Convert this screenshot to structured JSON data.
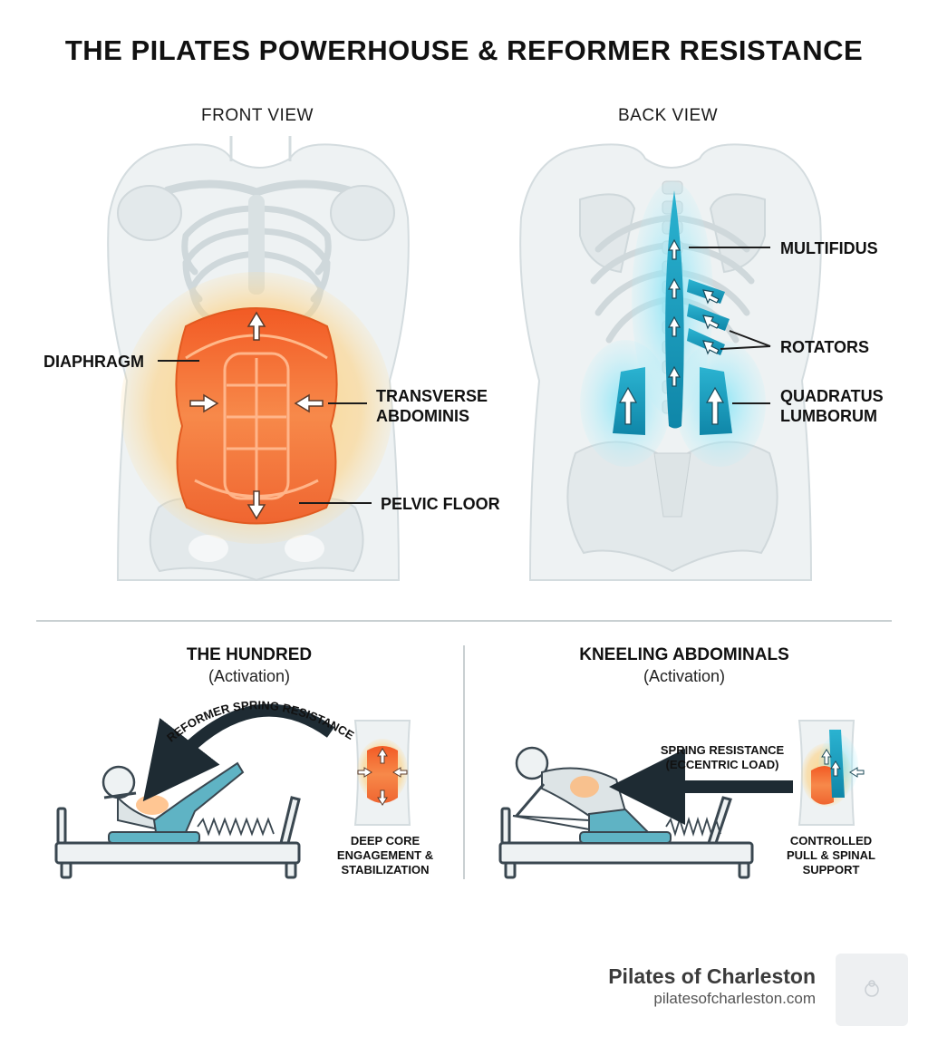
{
  "title": "THE PILATES POWERHOUSE & REFORMER RESISTANCE",
  "front_view": {
    "label": "FRONT VIEW",
    "labels": {
      "diaphragm": "DIAPHRAGM",
      "transverse_1": "TRANSVERSE",
      "transverse_2": "ABDOMINIS",
      "pelvic_floor": "PELVIC FLOOR"
    }
  },
  "back_view": {
    "label": "BACK VIEW",
    "labels": {
      "multifidus": "MULTIFIDUS",
      "rotators": "ROTATORS",
      "quadratus_1": "QUADRATUS",
      "quadratus_2": "LUMBORUM"
    }
  },
  "hundred": {
    "title": "THE HUNDRED",
    "subtitle": "(Activation)",
    "arc_label": "REFORMER SPRING RESISTANCE",
    "caption": [
      "DEEP CORE",
      "ENGAGEMENT &",
      "STABILIZATION"
    ]
  },
  "kneeling": {
    "title": "KNEELING ABDOMINALS",
    "subtitle": "(Activation)",
    "arrow_label": [
      "SPRING RESISTANCE",
      "(ECCENTRIC LOAD)"
    ],
    "caption": [
      "CONTROLLED",
      "PULL & SPINAL",
      "SUPPORT"
    ]
  },
  "brand": {
    "name": "Pilates of Charleston",
    "url": "pilatesofcharleston.com"
  },
  "colors": {
    "core_orange": "#f47a3a",
    "glow_yellow": "#ffd27a",
    "back_teal": "#1fa4c4",
    "bone_gray": "#dfe6e8",
    "reformer_teal": "#5fb3c4"
  }
}
